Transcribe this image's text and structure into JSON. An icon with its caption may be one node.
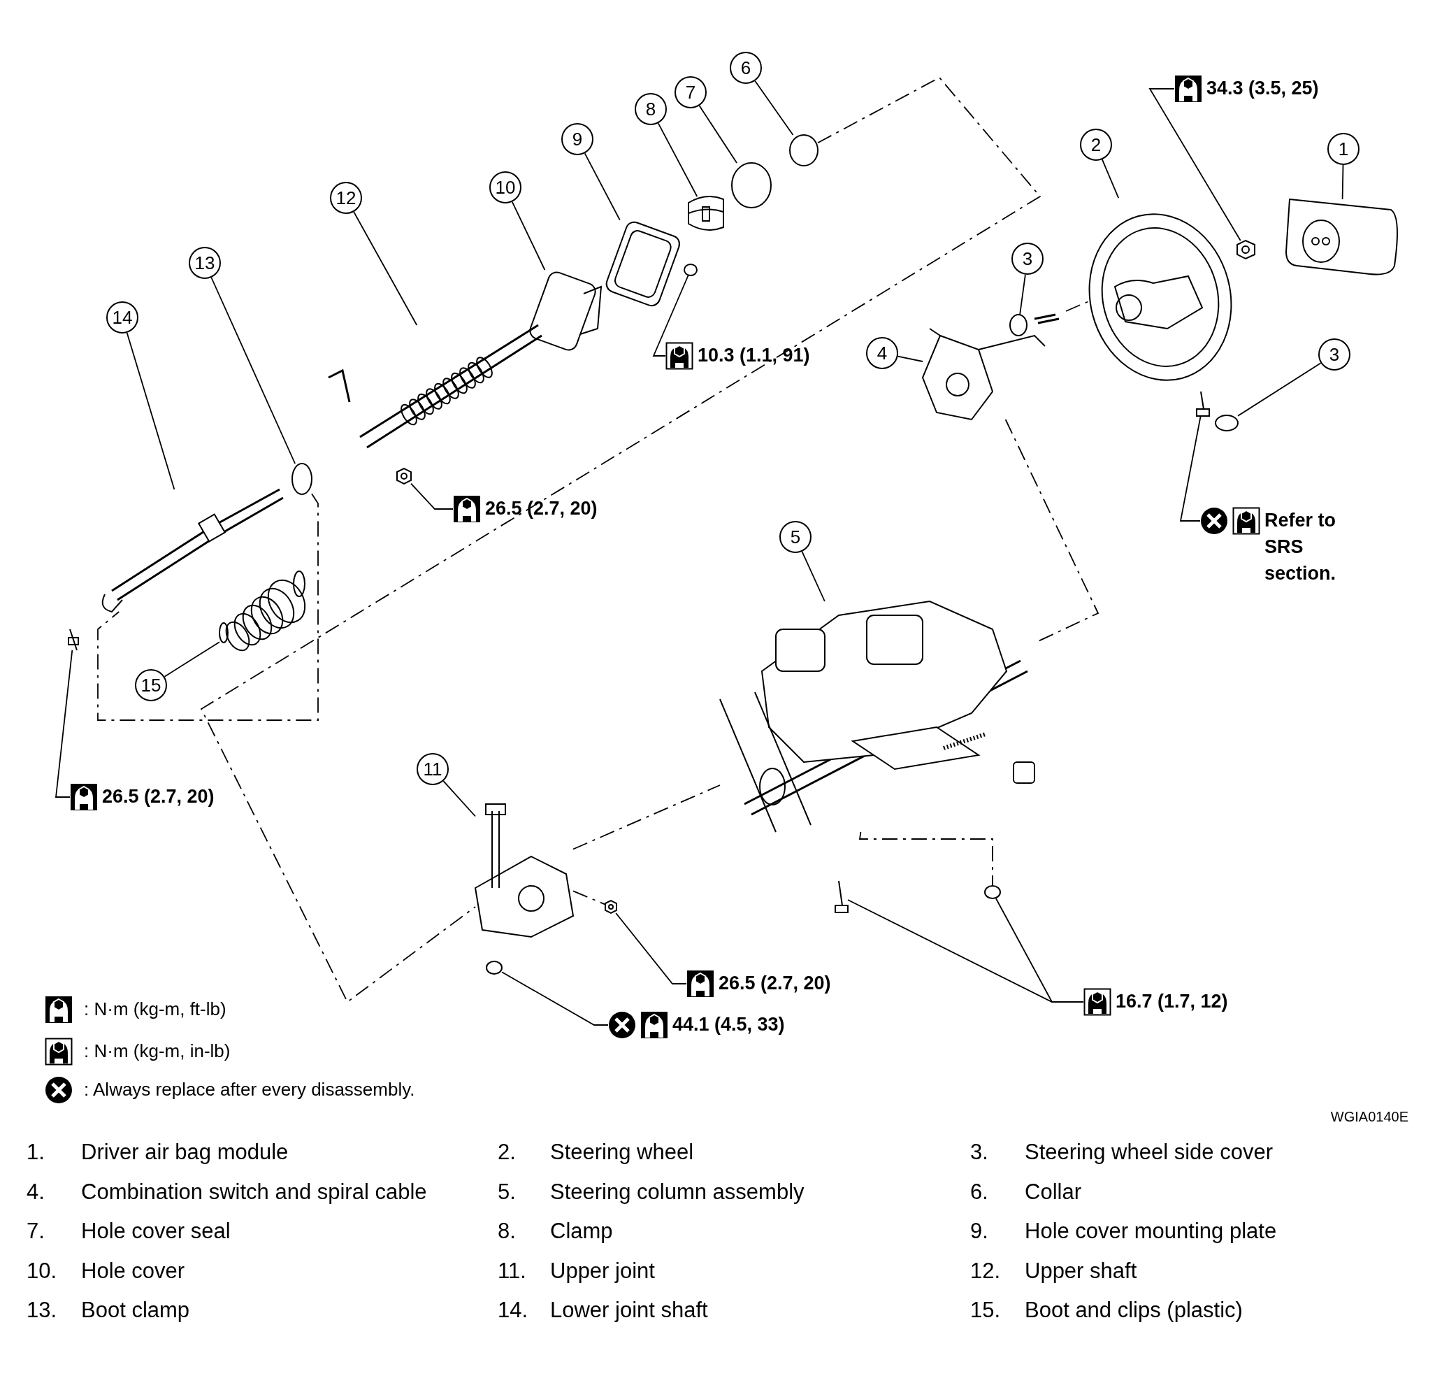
{
  "diagram": {
    "nodes": [
      {
        "text": [
          "1"
        ]
      },
      {
        "text": [
          "2"
        ]
      },
      {
        "text": [
          "3"
        ]
      },
      {
        "text": [
          "3"
        ]
      },
      {
        "text": [
          "4"
        ]
      },
      {
        "text": [
          "5"
        ]
      },
      {
        "text": [
          "6"
        ]
      },
      {
        "text": [
          "7"
        ]
      },
      {
        "text": [
          "8"
        ]
      },
      {
        "text": [
          "9"
        ]
      },
      {
        "text": [
          "10"
        ]
      },
      {
        "text": [
          "11"
        ]
      },
      {
        "text": [
          "12"
        ]
      },
      {
        "text": [
          "13"
        ]
      },
      {
        "text": [
          "14"
        ]
      },
      {
        "text": [
          "15"
        ]
      },
      {
        "text": [
          "34.3 (3.5, 25)"
        ]
      },
      {
        "text": [
          "10.3 (1.1, 91)"
        ]
      },
      {
        "text": [
          "26.5 (2.7, 20)"
        ]
      },
      {
        "text": [
          "Refer to SRS section."
        ]
      },
      {
        "text": [
          "26.5 (2.7, 20)"
        ]
      },
      {
        "text": [
          "26.5 (2.7, 20)"
        ]
      },
      {
        "text": [
          "16.7 (1.7, 12)"
        ]
      },
      {
        "text": [
          "44.1 (4.5, 33)"
        ]
      },
      {
        "text": [],
        "shape": "picture"
      },
      {
        "text": [],
        "shape": "picture"
      },
      {
        "text": [],
        "shape": "circle"
      },
      {
        "text": [],
        "shape": "circle"
      },
      {
        "text": [],
        "shape": "picture"
      },
      {
        "text": [],
        "shape": "picture"
      },
      {
        "text": [],
        "shape": "circle"
      },
      {
        "text": [],
        "shape": "circle"
      },
      {
        "text": [],
        "shape": "picture"
      },
      {
        "text": [],
        "shape": "picture"
      },
      {
        "text": [],
        "shape": "picture"
      },
      {
        "text": [],
        "shape": "picture"
      },
      {
        "text": [],
        "shape": "picture"
      },
      {
        "text": [],
        "shape": "circle"
      },
      {
        "text": [],
        "shape": "picture"
      },
      {
        "text": [],
        "shape": "picture"
      },
      {
        "text": [],
        "shape": "picture"
      },
      {
        "text": [],
        "shape": "circle"
      },
      {
        "text": [],
        "shape": "picture"
      },
      {
        "text": [],
        "shape": "picture"
      },
      {
        "text": [],
        "shape": "picture"
      },
      {
        "text": [],
        "shape": "picture"
      },
      {
        "text": [],
        "shape": "picture"
      },
      {
        "text": [],
        "shape": "circle"
      },
      {
        "text": [],
        "shape": "circle"
      }
    ],
    "edges": [
      {
        "from": 0,
        "to": 24,
        "arrow": "none"
      },
      {
        "from": 1,
        "to": 25,
        "arrow": "none"
      },
      {
        "from": 2,
        "to": 26,
        "arrow": "none"
      },
      {
        "from": 3,
        "to": 27,
        "arrow": "none"
      },
      {
        "from": 4,
        "to": 28,
        "arrow": "none"
      },
      {
        "from": 5,
        "to": 29,
        "arrow": "none"
      },
      {
        "from": 6,
        "to": 30,
        "arrow": "none"
      },
      {
        "from": 7,
        "to": 31,
        "arrow": "none"
      },
      {
        "from": 8,
        "to": 32,
        "arrow": "none"
      },
      {
        "from": 9,
        "to": 33,
        "arrow": "none"
      },
      {
        "from": 10,
        "to": 34,
        "arrow": "none"
      },
      {
        "from": 11,
        "to": 35,
        "arrow": "none"
      },
      {
        "from": 12,
        "to": 36,
        "arrow": "none"
      },
      {
        "from": 13,
        "to": 37,
        "arrow": "none"
      },
      {
        "from": 14,
        "to": 38,
        "arrow": "none"
      },
      {
        "from": 15,
        "to": 39,
        "arrow": "none"
      },
      {
        "from": 16,
        "to": 40,
        "arrow": "none"
      },
      {
        "from": 17,
        "to": 41,
        "arrow": "none"
      },
      {
        "from": 18,
        "to": 42,
        "arrow": "none"
      },
      {
        "from": 19,
        "to": 43,
        "arrow": "none"
      },
      {
        "from": 20,
        "to": 44,
        "arrow": "none"
      },
      {
        "from": 21,
        "to": 45,
        "arrow": "none"
      },
      {
        "from": 22,
        "to": 46,
        "arrow": "none"
      },
      {
        "from": 22,
        "to": 47,
        "arrow": "none"
      },
      {
        "from": 23,
        "to": 48,
        "arrow": "none"
      },
      {
        "from": 30,
        "to": 35,
        "arrow": "none",
        "style": "dashed"
      },
      {
        "from": 28,
        "to": 29,
        "arrow": "none",
        "style": "dashed"
      },
      {
        "from": 37,
        "to": 38,
        "arrow": "none",
        "style": "dashed"
      },
      {
        "from": 29,
        "to": 47,
        "arrow": "none",
        "style": "dashed"
      },
      {
        "from": 35,
        "to": 29,
        "arrow": "none",
        "style": "dashed"
      },
      {
        "from": 35,
        "to": 45,
        "arrow": "none",
        "style": "dashed"
      }
    ],
    "labels": [
      "WGIA0140E",
      "1.",
      "Driver air bag module",
      "2.",
      "Steering wheel",
      "3.",
      "Steering wheel side cover",
      "4.",
      "Combination switch and spiral cable",
      "5.",
      "Steering column assembly",
      "6.",
      "Collar",
      "7.",
      "Hole cover seal",
      "8.",
      "Clamp",
      "9.",
      "Hole cover mounting plate",
      "10.",
      "Hole cover",
      "11.",
      "Upper joint",
      "12.",
      "Upper shaft",
      "13.",
      "Boot clamp",
      "14.",
      "Lower joint shaft",
      "15.",
      "Boot and clips (plastic)"
    ],
    "legend": [
      {
        "text": ": N·m (kg-m, ft-lb)"
      },
      {
        "text": ": N·m (kg-m, in-lb)"
      },
      {
        "text": ": Always replace after every disassembly."
      }
    ]
  }
}
